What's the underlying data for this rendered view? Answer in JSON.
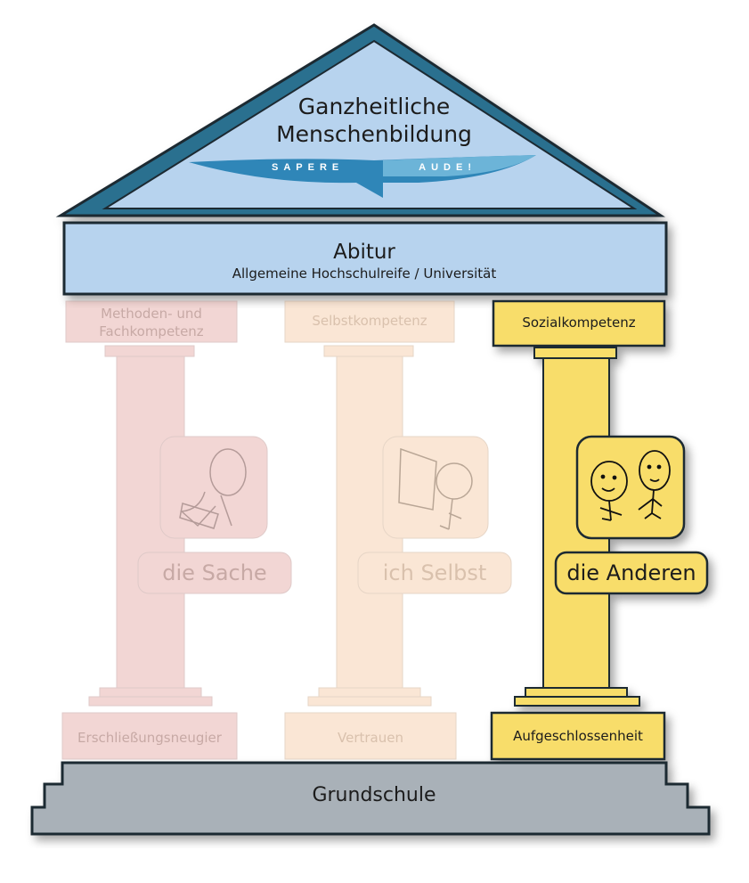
{
  "roof": {
    "title_line1": "Ganzheitliche",
    "title_line2": "Menschenbildung",
    "banner_left": "SAPERE",
    "banner_right": "AUDE!"
  },
  "entablature": {
    "title": "Abitur",
    "subtitle": "Allgemeine Hochschulreife / Universität"
  },
  "pillars": [
    {
      "capital_line1": "Methoden- und",
      "capital_line2": "Fachkompetenz",
      "word": "die Sache",
      "base": "Erschließungsneugier",
      "highlighted": false,
      "color": "#e3a6a1"
    },
    {
      "capital_line1": "Selbstkompetenz",
      "capital_line2": "",
      "word": "ich Selbst",
      "base": "Vertrauen",
      "highlighted": false,
      "color": "#f5c9a3"
    },
    {
      "capital_line1": "Sozialkompetenz",
      "capital_line2": "",
      "word": "die Anderen",
      "base": "Aufgeschlossenheit",
      "highlighted": true,
      "color": "#f8dd6b"
    }
  ],
  "foundation": {
    "label": "Grundschule"
  },
  "colors": {
    "roof": "#b7d3ee",
    "banner": "#2f86b8",
    "foundation": "#a9b1b8",
    "highlight": "#f8dd6b"
  }
}
